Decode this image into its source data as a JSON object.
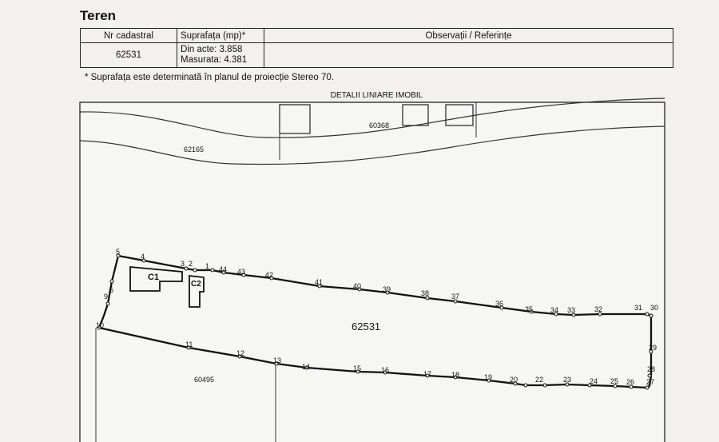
{
  "section_title": "Teren",
  "table": {
    "headers": [
      "Nr cadastral",
      "Suprafața (mp)*",
      "Observații / Referințe"
    ],
    "row": {
      "nr_cadastral": "62531",
      "din_acte": "Din acte: 3.858",
      "masurata": "Masurata: 4.381",
      "observatii": ""
    }
  },
  "footnote": "* Suprafața este determinată în planul de proiecție Stereo 70.",
  "plan": {
    "title": "DETALII LINIARE IMOBIL",
    "parcels": [
      "60368",
      "62165",
      "62531",
      "60495"
    ],
    "buildings": [
      "C1",
      "C2"
    ],
    "points": [
      "1",
      "2",
      "3",
      "4",
      "5",
      "6",
      "9",
      "10",
      "11",
      "12",
      "13",
      "14",
      "15",
      "16",
      "17",
      "18",
      "19",
      "20",
      "22",
      "23",
      "24",
      "25",
      "26",
      "27",
      "28",
      "29",
      "30",
      "31",
      "32",
      "33",
      "34",
      "35",
      "36",
      "37",
      "38",
      "39",
      "40",
      "41",
      "42",
      "43",
      "44"
    ]
  }
}
